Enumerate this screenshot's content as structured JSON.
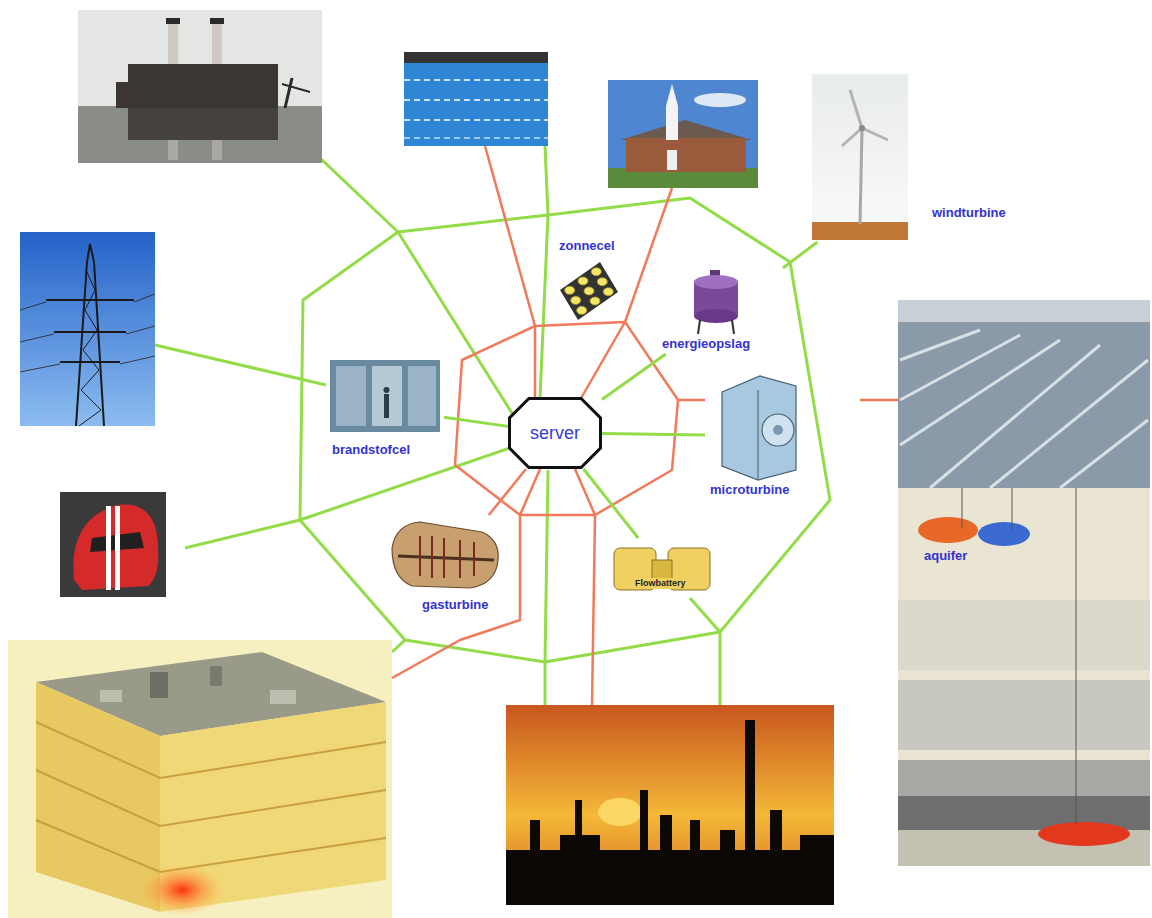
{
  "diagram": {
    "nodes": [
      {
        "text": [
          "zonnecel"
        ]
      },
      {
        "text": [
          "windturbine"
        ]
      },
      {
        "text": [
          "energieopslag"
        ]
      },
      {
        "text": [
          "brandstofcel"
        ]
      },
      {
        "text": [
          "server"
        ]
      },
      {
        "text": [
          "microturbine"
        ]
      },
      {
        "text": [
          "aquifer"
        ]
      },
      {
        "text": [
          "gasturbine"
        ]
      },
      {
        "text": [
          "Flowbattery"
        ]
      }
    ],
    "edges": [
      {
        "from": 4,
        "to": 3,
        "arrow": "none"
      },
      {
        "from": 4,
        "to": 2,
        "arrow": "none"
      },
      {
        "from": 4,
        "to": 5,
        "arrow": "none"
      },
      {
        "from": 4,
        "to": 8,
        "arrow": "none"
      },
      {
        "from": 4,
        "to": 7,
        "arrow": "none"
      },
      {
        "from": 2,
        "to": 1,
        "arrow": "none"
      },
      {
        "from": 5,
        "to": 6,
        "arrow": "none"
      }
    ]
  }
}
